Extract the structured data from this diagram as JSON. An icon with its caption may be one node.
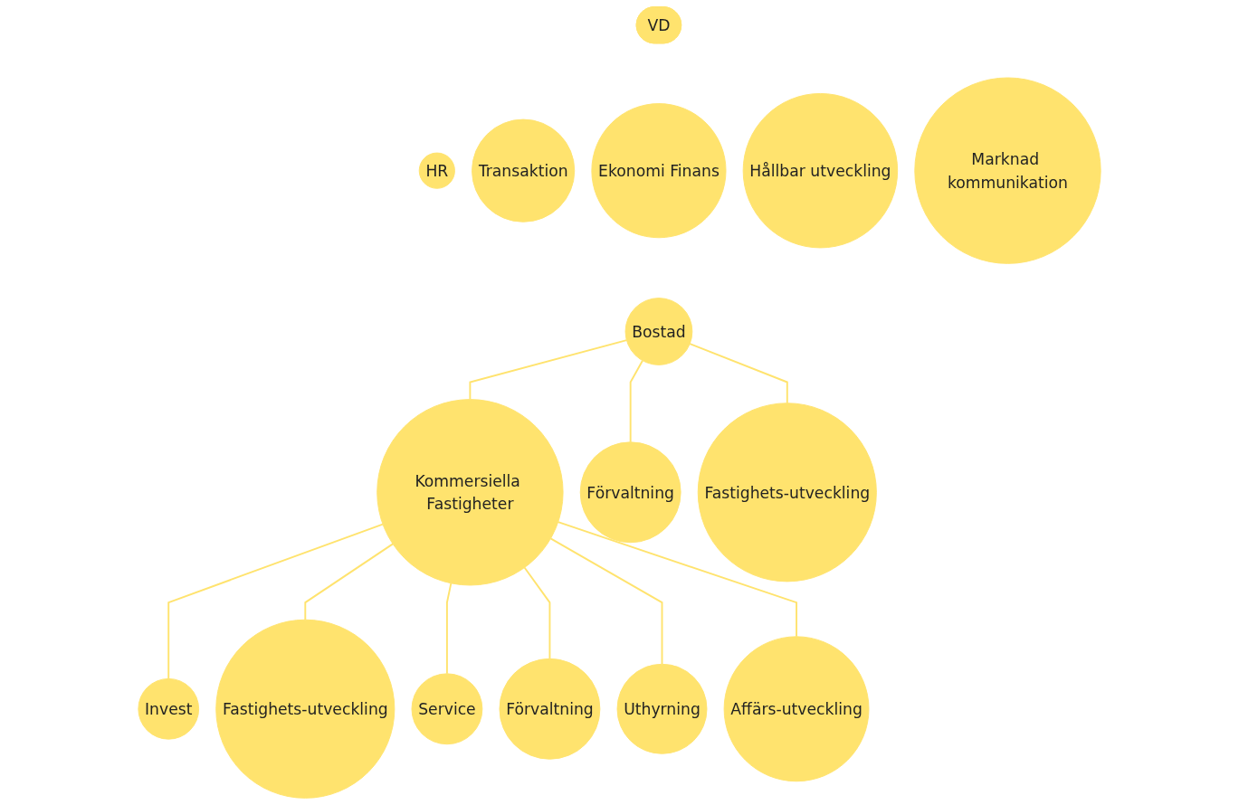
{
  "diagram": {
    "nodes": [
      {
        "text": [
          "VD"
        ]
      },
      {
        "text": [
          "HR"
        ]
      },
      {
        "text": [
          "Transaktion"
        ]
      },
      {
        "text": [
          "Ekonomi Finans"
        ]
      },
      {
        "text": [
          "Hållbar utveckling"
        ]
      },
      {
        "text": [
          "Marknad kommunikation"
        ]
      },
      {
        "text": [
          "Bostad"
        ]
      },
      {
        "text": [
          "Kommersiella Fastigheter"
        ]
      },
      {
        "text": [
          "Invest"
        ]
      },
      {
        "text": [
          "Förvaltning"
        ]
      },
      {
        "text": [
          "Fastighets-utveckling"
        ]
      },
      {
        "text": [
          "Fastighets-utveckling"
        ]
      },
      {
        "text": [
          "Service"
        ]
      },
      {
        "text": [
          "Förvaltning"
        ]
      },
      {
        "text": [
          "Uthyrning"
        ]
      },
      {
        "text": [
          "Affärs-utveckling"
        ]
      }
    ],
    "edges": [
      {
        "from": 6,
        "to": 7,
        "arrow": "none"
      },
      {
        "from": 7,
        "to": 8,
        "arrow": "none"
      },
      {
        "from": 6,
        "to": 9,
        "arrow": "none"
      },
      {
        "from": 6,
        "to": 10,
        "arrow": "none"
      },
      {
        "from": 7,
        "to": 11,
        "arrow": "none"
      },
      {
        "from": 7,
        "to": 12,
        "arrow": "none"
      },
      {
        "from": 7,
        "to": 13,
        "arrow": "none"
      },
      {
        "from": 7,
        "to": 14,
        "arrow": "none"
      },
      {
        "from": 7,
        "to": 15,
        "arrow": "none"
      }
    ]
  }
}
